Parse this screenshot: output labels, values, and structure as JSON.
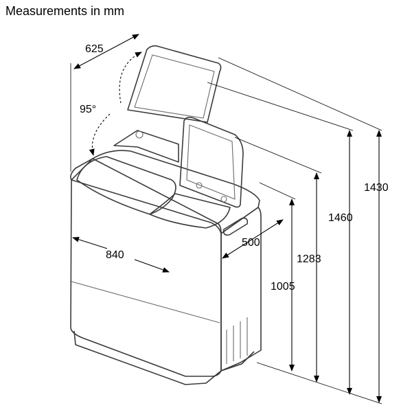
{
  "title": "Measurements in mm",
  "colors": {
    "body_fill": "#d9d9d9",
    "line": "#3a3a3a",
    "inner_fill": "#ececec"
  },
  "dimensions": {
    "depth": "625",
    "lid_angle": "95°",
    "width": "840",
    "side_depth": "500",
    "height_body": "1005",
    "height_rim": "1283",
    "height_lid_open": "1460",
    "height_max": "1430"
  }
}
